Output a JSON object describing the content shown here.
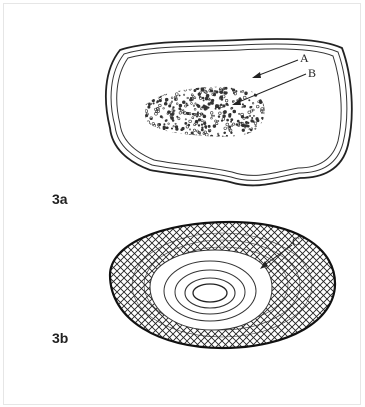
{
  "figure_a": {
    "label": "3a",
    "callouts": {
      "a": "A",
      "b": "B"
    }
  },
  "figure_b": {
    "label": "3b",
    "callouts": {
      "c": "C"
    }
  }
}
